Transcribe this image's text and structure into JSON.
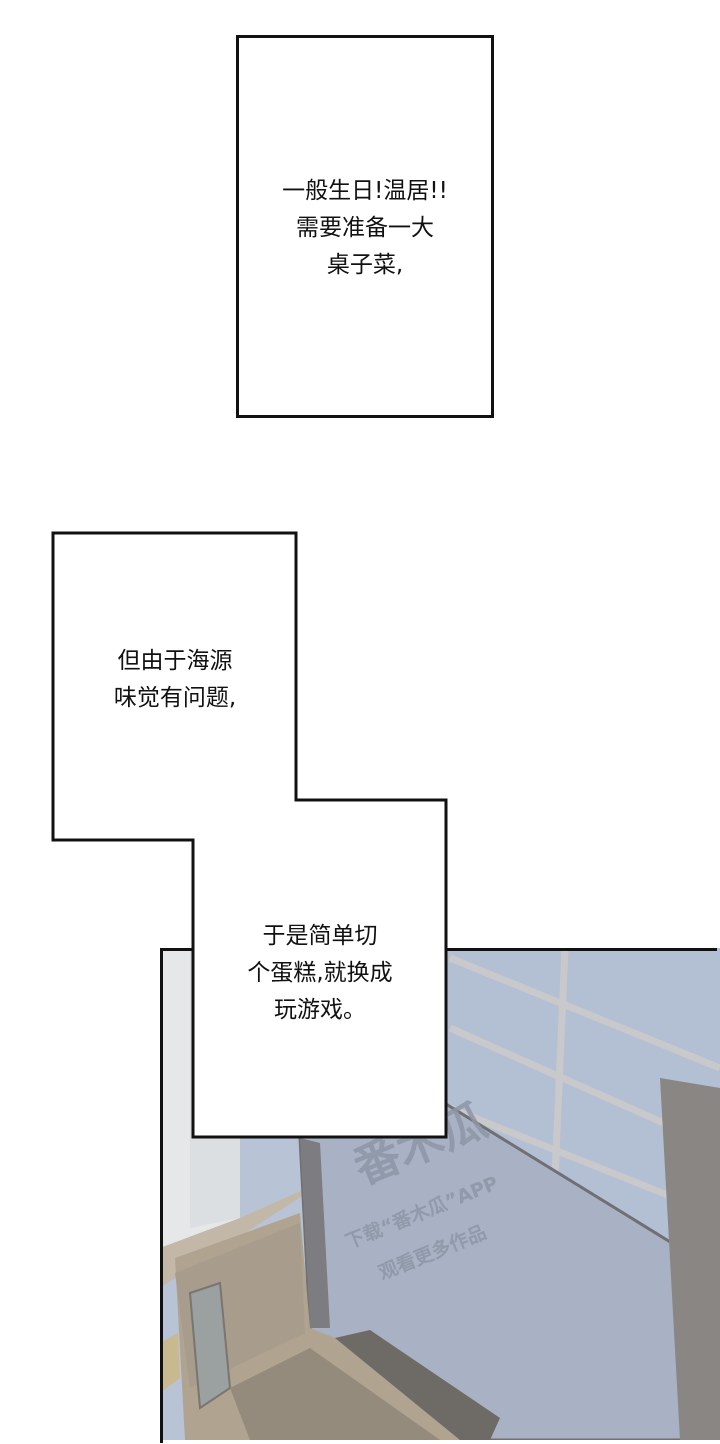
{
  "panels": {
    "caption1": {
      "lines": [
        "一般生日!温居!!",
        "需要准备一大",
        "桌子菜,"
      ]
    },
    "caption2": {
      "lines": [
        "但由于海源",
        "味觉有问题,"
      ]
    },
    "caption3": {
      "lines": [
        "于是简单切",
        "个蛋糕,就换成",
        "玩游戏。"
      ]
    }
  },
  "watermark": {
    "logo": "番木瓜",
    "line1": "下载“番木瓜”APP",
    "line2": "观看更多作品"
  },
  "colors": {
    "border": "#111111",
    "window": "#b4c0d4",
    "tv": "#a9b1c4",
    "wood": "#a89c8c",
    "wall": "#e6e8ea"
  }
}
